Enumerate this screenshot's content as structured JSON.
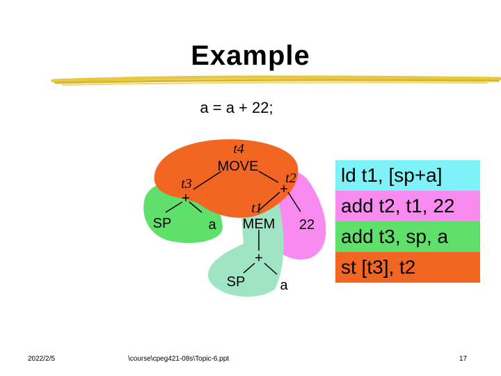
{
  "slide": {
    "title": "Example",
    "statement": "a = a + 22;",
    "date": "2022/2/5",
    "path": "\\course\\cpeg421-08s\\Topic-6.ppt",
    "page": "17"
  },
  "tree": {
    "nodes": {
      "move": "MOVE",
      "plus_left": "+",
      "sp_left": "SP",
      "a_left": "a",
      "plus_right": "+",
      "mem": "MEM",
      "const_22": "22",
      "plus_bottom": "+",
      "sp_bottom": "SP",
      "a_bottom": "a"
    },
    "temps": {
      "t1": "t1",
      "t2": "t2",
      "t3": "t3",
      "t4": "t4"
    },
    "colors": {
      "orange": "#f26522",
      "green": "#5fe06a",
      "pink": "#f98af0",
      "teal": "#9fe5c4"
    }
  },
  "code": [
    {
      "text": "ld t1, [sp+a]",
      "color": "#7ff2f7"
    },
    {
      "text": "add t2, t1, 22",
      "color": "#f98af0"
    },
    {
      "text": "add t3, sp, a",
      "color": "#5fe06a"
    },
    {
      "text": "st [t3], t2",
      "color": "#f26522"
    }
  ]
}
